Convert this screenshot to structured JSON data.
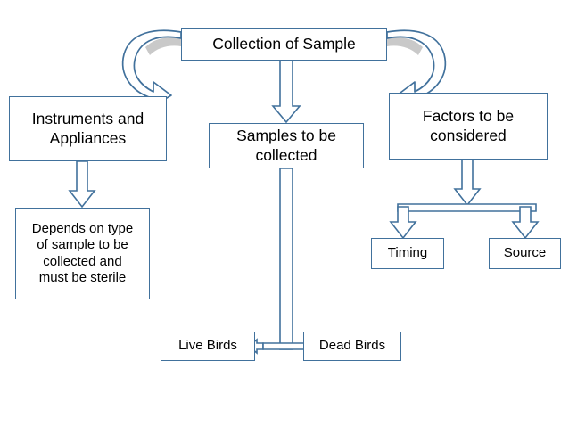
{
  "diagram": {
    "title": "Collection of Sample",
    "nodes": {
      "root": "Collection of Sample",
      "instruments": "Instruments and\nAppliances",
      "samples": "Samples to be\ncollected",
      "factors": "Factors to be\nconsidered",
      "depends": "Depends on type\nof sample to be\ncollected and\nmust be sterile",
      "timing": "Timing",
      "source": "Source",
      "live_birds": "Live Birds",
      "dead_birds": "Dead Birds"
    },
    "colors": {
      "border": "#41719C",
      "background": "#ffffff",
      "text": "#000000",
      "arrow_shadow": "#c9c9c9"
    },
    "edges": [
      {
        "name": "root-to-instruments",
        "from": "root",
        "to": "instruments",
        "style": "curved-block-arrow"
      },
      {
        "name": "root-to-samples",
        "from": "root",
        "to": "samples",
        "style": "straight-block-arrow"
      },
      {
        "name": "root-to-factors",
        "from": "root",
        "to": "factors",
        "style": "curved-block-arrow"
      },
      {
        "name": "instruments-to-depends",
        "from": "instruments",
        "to": "depends",
        "style": "straight-block-arrow"
      },
      {
        "name": "factors-to-branch",
        "from": "factors",
        "to": "branch-bar",
        "style": "straight-block-arrow"
      },
      {
        "name": "branch-to-timing",
        "from": "branch-bar",
        "to": "timing",
        "style": "straight-block-arrow"
      },
      {
        "name": "branch-to-source",
        "from": "branch-bar",
        "to": "source",
        "style": "straight-block-arrow"
      },
      {
        "name": "samples-to-birds",
        "from": "samples",
        "to": "live-birds-and-dead-birds",
        "style": "double-headed-block-connector"
      }
    ]
  }
}
